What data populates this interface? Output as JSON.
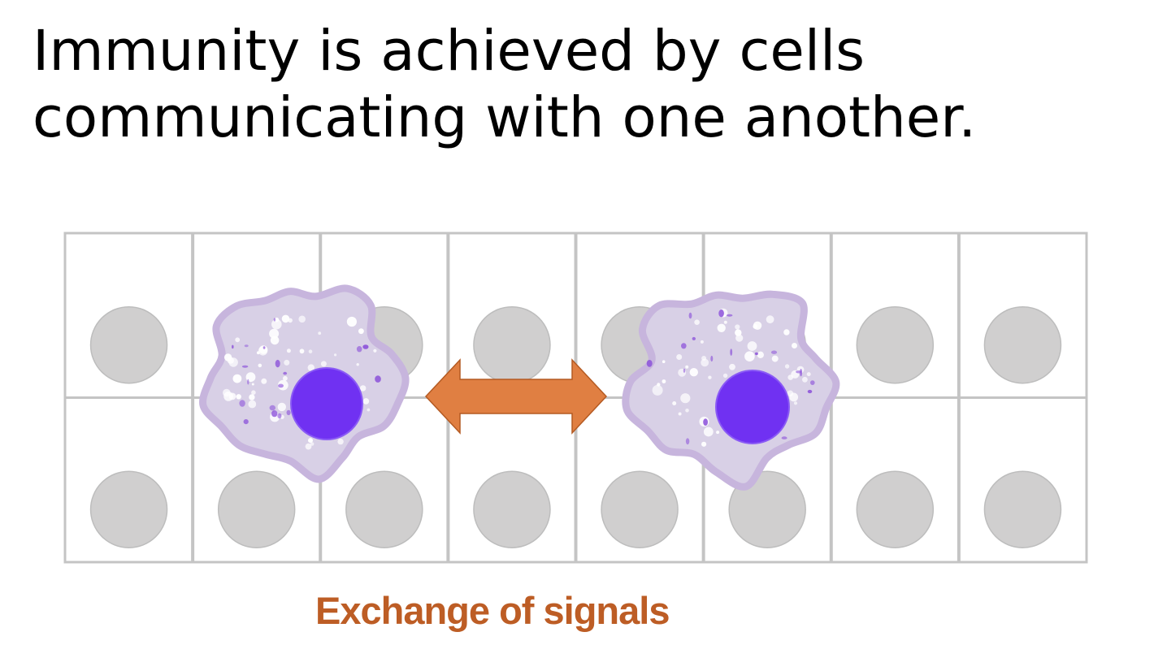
{
  "slide": {
    "title_line_1": "Immunity is achieved by cells",
    "title_line_2": "communicating with one another."
  },
  "diagram": {
    "grid": {
      "columns": 8,
      "rows": 2,
      "border_color": "#c4c4c4",
      "nucleus_color": "#d0cfcf"
    },
    "immune_cells": [
      {
        "id": "left"
      },
      {
        "id": "right"
      }
    ],
    "cell_colors": {
      "body": "#d8d0e6",
      "membrane": "#c7b5dd",
      "nucleus": "#7031f2",
      "granule": "#ffffff",
      "speck": "#8a4fd9"
    },
    "signal_arrow": {
      "direction": "bidirectional",
      "fill": "#e07f42",
      "stroke": "#b45a22"
    },
    "caption": {
      "text": "Exchange of signals",
      "color": "#bd5d25"
    }
  }
}
